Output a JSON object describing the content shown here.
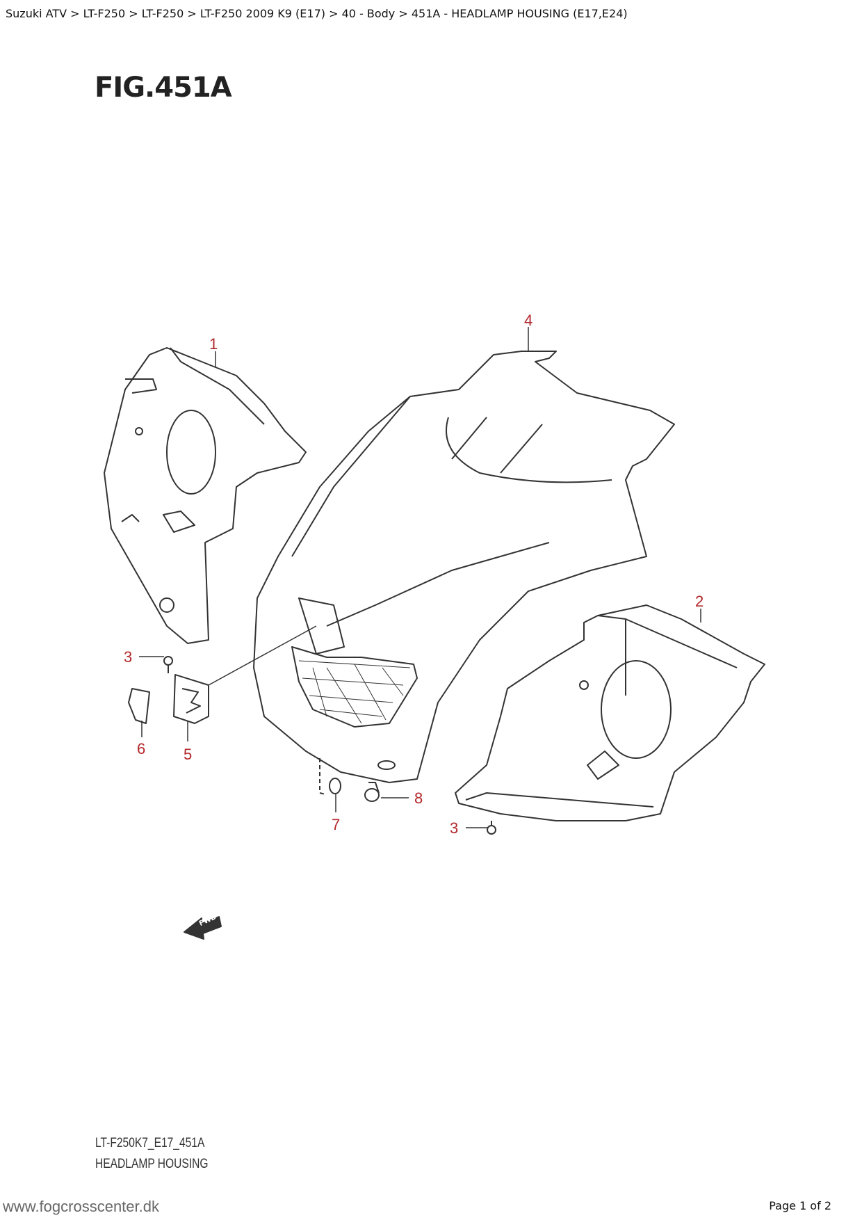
{
  "breadcrumb": "Suzuki ATV > LT-F250 > LT-F250 > LT-F250 2009 K9 (E17) > 40 - Body > 451A - HEADLAMP HOUSING (E17,E24)",
  "figure_title": "FIG.451A",
  "callouts": [
    "1",
    "2",
    "3",
    "4",
    "5",
    "6",
    "7",
    "8",
    "3"
  ],
  "fwd_label": "FWD",
  "drawing_code": "LT-F250K7_E17_451A",
  "drawing_name": "HEADLAMP HOUSING",
  "footer": {
    "site": "www.fogcrosscenter.dk",
    "page": "Page 1 of 2"
  },
  "colors": {
    "callout": "#b3262a",
    "line": "#333333"
  }
}
